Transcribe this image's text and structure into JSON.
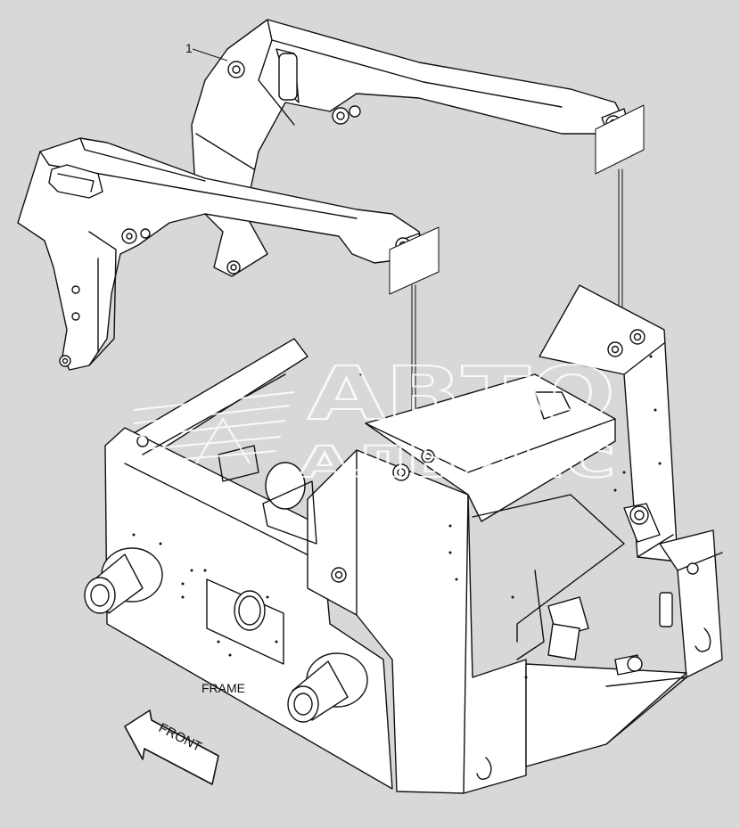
{
  "diagram": {
    "callout_number": "1",
    "frame_label": "FRAME",
    "front_arrow_label": "FRONT",
    "watermark": {
      "line1": "АВТО",
      "line2": "АЛЬЯНС"
    }
  },
  "colors": {
    "background": "#d8d8d8",
    "part_fill": "#ffffff",
    "line": "#111111",
    "watermark": "#ffffff"
  }
}
